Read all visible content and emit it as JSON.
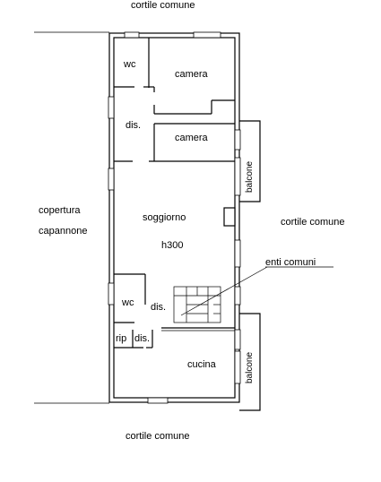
{
  "labels": {
    "cortile_top": "cortile comune",
    "cortile_bottom": "cortile comune",
    "cortile_right": "cortile comune",
    "copertura": "copertura",
    "capannone": "capannone",
    "wc_top": "wc",
    "camera_1": "camera",
    "dis_1": "dis.",
    "camera_2": "camera",
    "balcone_1": "balcone",
    "soggiorno": "soggiorno",
    "h300": "h300",
    "enti_comuni": "enti comuni",
    "wc_bottom": "wc",
    "dis_2": "dis.",
    "rip": "rip",
    "dis_3": "dis.",
    "cucina": "cucina",
    "balcone_2": "balcone"
  }
}
